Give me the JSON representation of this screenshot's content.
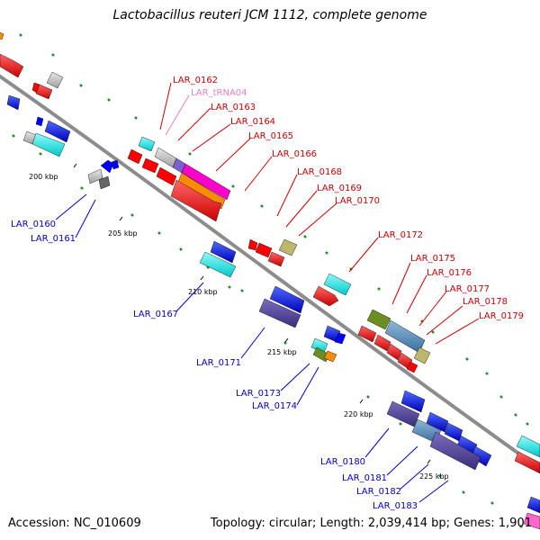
{
  "title": "Lactobacillus reuteri JCM 1112, complete genome",
  "footer": {
    "accession": "Accession: NC_010609",
    "summary": "Topology: circular; Length: 2,039,414 bp; Genes: 1,901"
  },
  "ticks": [
    "200 kbp",
    "205 kbp",
    "210 kbp",
    "215 kbp",
    "220 kbp",
    "225 kbp"
  ],
  "labels": {
    "LAR_0162": "LAR_0162",
    "LAR_tRNA04": "LAR_tRNA04",
    "LAR_0163": "LAR_0163",
    "LAR_0164": "LAR_0164",
    "LAR_0165": "LAR_0165",
    "LAR_0166": "LAR_0166",
    "LAR_0168": "LAR_0168",
    "LAR_0169": "LAR_0169",
    "LAR_0170": "LAR_0170",
    "LAR_0172": "LAR_0172",
    "LAR_0175": "LAR_0175",
    "LAR_0176": "LAR_0176",
    "LAR_0177": "LAR_0177",
    "LAR_0178": "LAR_0178",
    "LAR_0179": "LAR_0179",
    "LAR_0160": "LAR_0160",
    "LAR_0161": "LAR_0161",
    "LAR_0167": "LAR_0167",
    "LAR_0171": "LAR_0171",
    "LAR_0173": "LAR_0173",
    "LAR_0174": "LAR_0174",
    "LAR_0180": "LAR_0180",
    "LAR_0181": "LAR_0181",
    "LAR_0182": "LAR_0182",
    "LAR_0183": "LAR_0183"
  },
  "colors": {
    "forward_label": "#cc0000",
    "reverse_label": "#0000cc",
    "trna_label": "#e87fc0",
    "backbone": "#888888",
    "gc_dots": "#1a8c1a",
    "cds_forward": "#ff0000",
    "cds_reverse": "#0000ff",
    "cyan": "#00e5e5",
    "gray": "#bfbfbf",
    "olive": "#6b8e23",
    "khaki": "#bdb76b",
    "orange": "#ff8c00",
    "magenta": "#ff00cc",
    "purple": "#4b3e8f",
    "steelblue": "#4682b4"
  }
}
